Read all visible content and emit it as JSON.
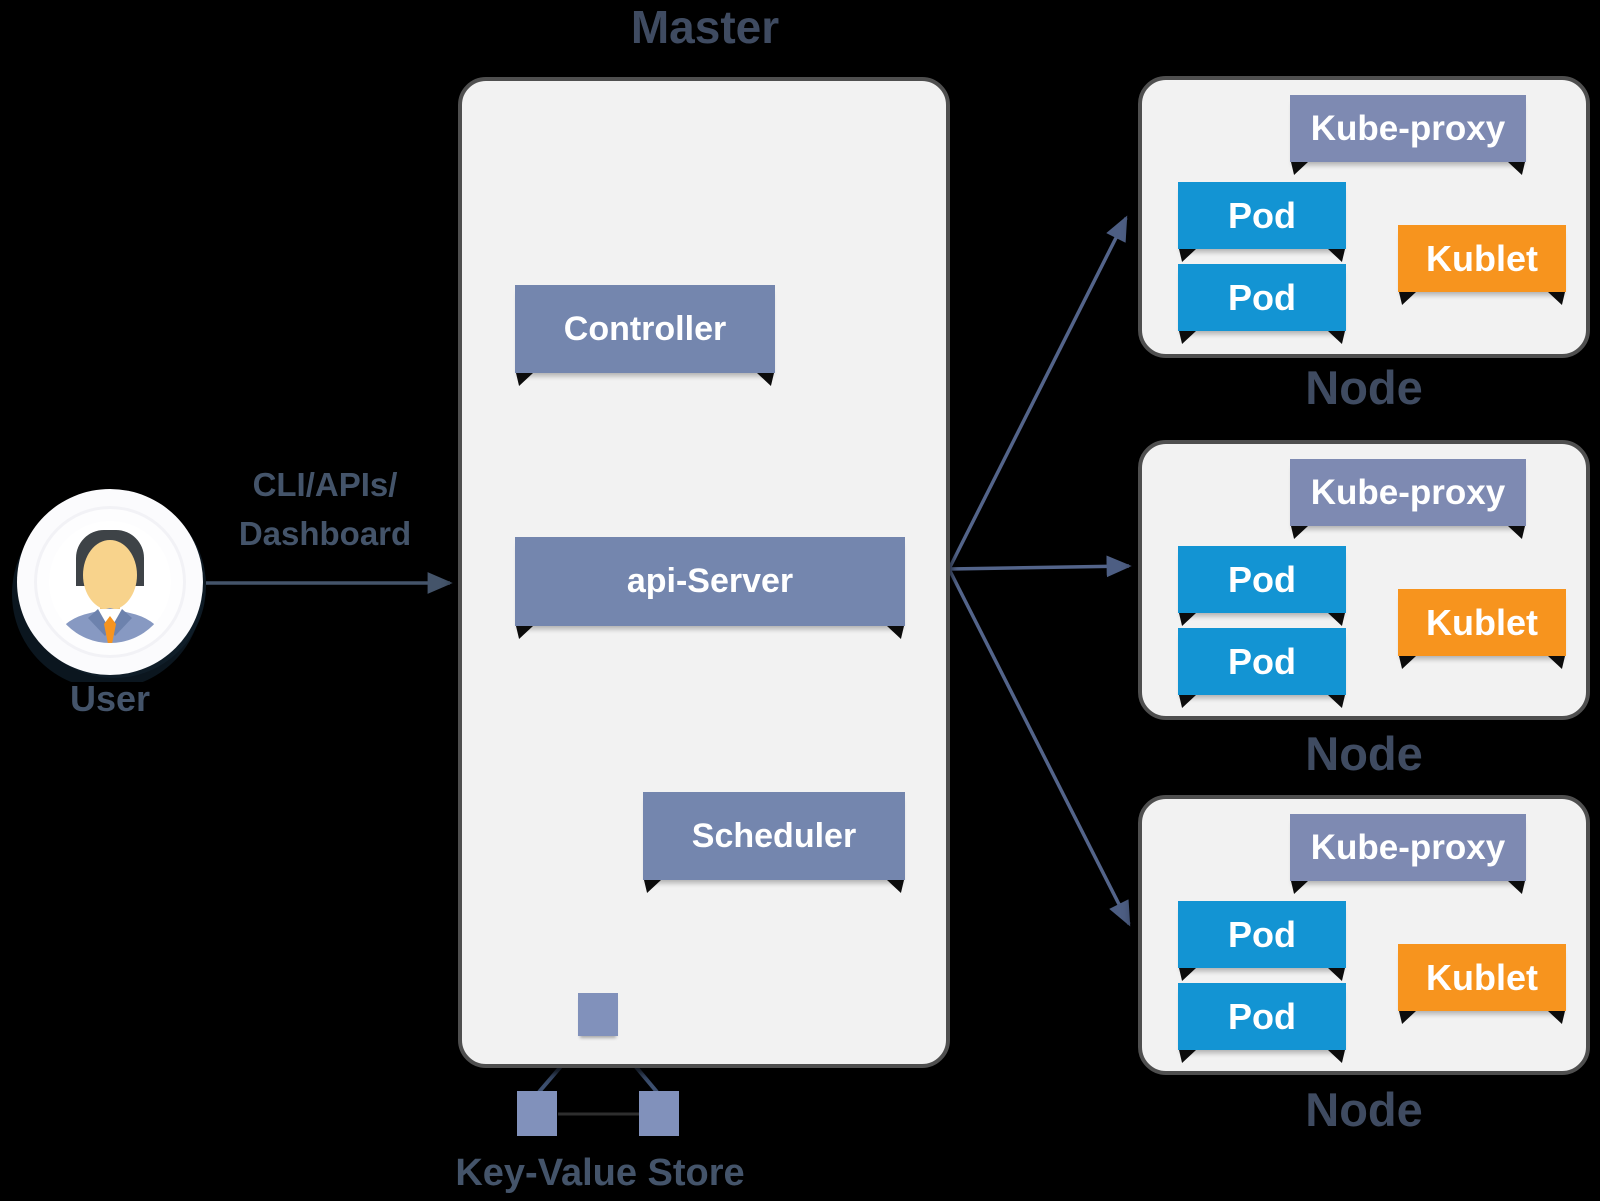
{
  "master": {
    "title": "Master",
    "controller": "Controller",
    "api_server": "api-Server",
    "scheduler": "Scheduler",
    "key_value_store": "Key-Value Store"
  },
  "user": {
    "label": "User",
    "connector_line1": "CLI/APIs/",
    "connector_line2": "Dashboard"
  },
  "nodes": [
    {
      "label": "Node",
      "kube_proxy": "Kube-proxy",
      "pods": [
        "Pod",
        "Pod"
      ],
      "kublet": "Kublet"
    },
    {
      "label": "Node",
      "kube_proxy": "Kube-proxy",
      "pods": [
        "Pod",
        "Pod"
      ],
      "kublet": "Kublet"
    },
    {
      "label": "Node",
      "kube_proxy": "Kube-proxy",
      "pods": [
        "Pod",
        "Pod"
      ],
      "kublet": "Kublet"
    }
  ],
  "colors": {
    "master_box_blue": "#7486ae",
    "kube_proxy_blue": "#7e8ab2",
    "pod_blue": "#1394d3",
    "kublet_orange": "#f7941e",
    "panel_fill": "#f2f2f2",
    "panel_border": "#4f4f4f",
    "label_dark_slate": "#44546a",
    "arrow_dark": "#44546a",
    "arrow_light": "#53648a",
    "background": "#000000"
  }
}
